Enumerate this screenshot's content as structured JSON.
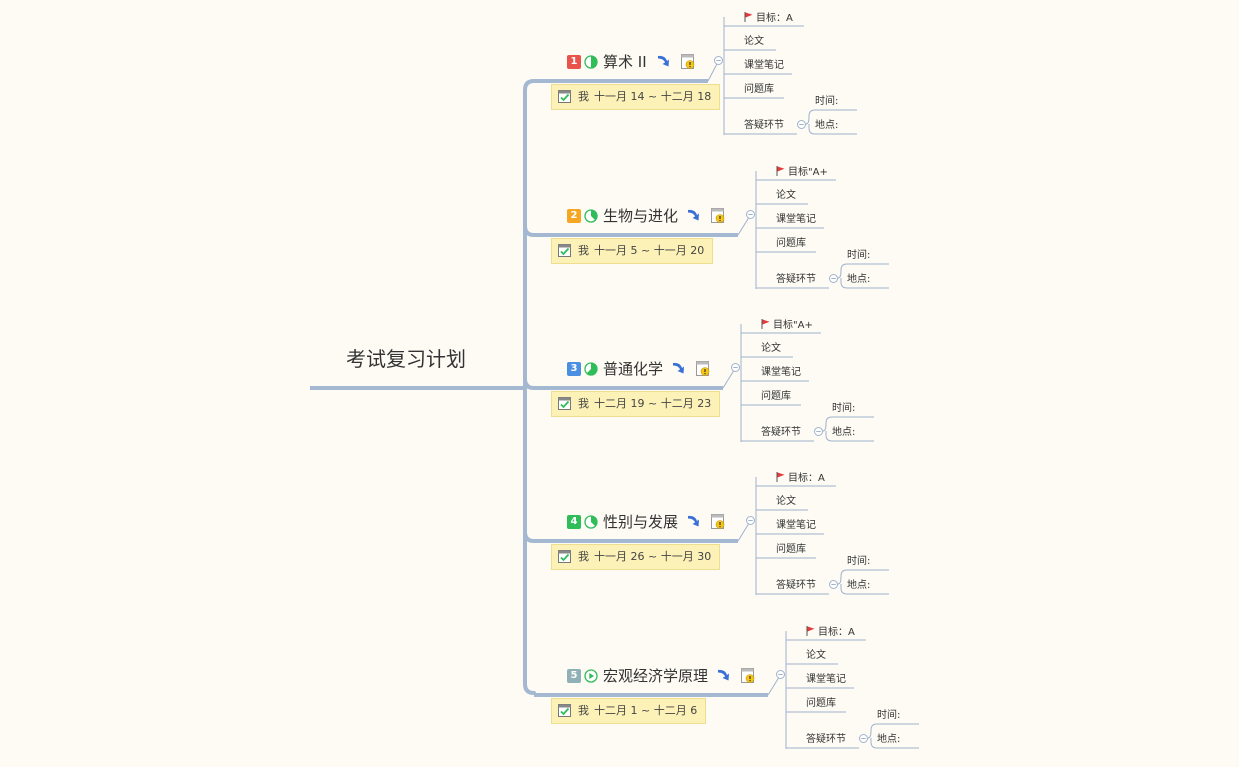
{
  "root": {
    "title": "考试复习计划"
  },
  "branches": [
    {
      "badge": "1",
      "badge_color": "#e8534b",
      "progress": 0.5,
      "progress_icon": "half-circle",
      "title": "算术 II",
      "task": {
        "person": "我",
        "dates": "十一月 14 ~ 十二月 18"
      },
      "subs": {
        "goal": "目标：A",
        "paper": "论文",
        "notes": "课堂笔记",
        "bank": "问题库",
        "qa": "答疑环节",
        "time": "时间:",
        "place": "地点:"
      }
    },
    {
      "badge": "2",
      "badge_color": "#f5a623",
      "progress": 0.375,
      "progress_icon": "pie",
      "title": "生物与进化",
      "task": {
        "person": "我",
        "dates": "十一月 5 ~ 十一月 20"
      },
      "subs": {
        "goal": "目标\"A+",
        "paper": "论文",
        "notes": "课堂笔记",
        "bank": "问题库",
        "qa": "答疑环节",
        "time": "时间:",
        "place": "地点:"
      }
    },
    {
      "badge": "3",
      "badge_color": "#4a90e2",
      "progress": 0.625,
      "progress_icon": "pie",
      "title": "普通化学",
      "task": {
        "person": "我",
        "dates": "十二月 19 ~ 十二月 23"
      },
      "subs": {
        "goal": "目标\"A+",
        "paper": "论文",
        "notes": "课堂笔记",
        "bank": "问题库",
        "qa": "答疑环节",
        "time": "时间:",
        "place": "地点:"
      }
    },
    {
      "badge": "4",
      "badge_color": "#2ebd59",
      "progress": 0.375,
      "progress_icon": "pie",
      "title": "性别与发展",
      "task": {
        "person": "我",
        "dates": "十一月 26 ~ 十一月 30"
      },
      "subs": {
        "goal": "目标：A",
        "paper": "论文",
        "notes": "课堂笔记",
        "bank": "问题库",
        "qa": "答疑环节",
        "time": "时间:",
        "place": "地点:"
      }
    },
    {
      "badge": "5",
      "badge_color": "#8fb1b5",
      "progress": 0,
      "progress_icon": "play",
      "title": "宏观经济学原理",
      "task": {
        "person": "我",
        "dates": "十二月 1 ~ 十二月 6"
      },
      "subs": {
        "goal": "目标：A",
        "paper": "论文",
        "notes": "课堂笔记",
        "bank": "问题库",
        "qa": "答疑环节",
        "time": "时间:",
        "place": "地点:"
      }
    }
  ],
  "colors": {
    "trunk": "#a4b8d1",
    "line": "#9fb2cc",
    "progress": "#2ebd59",
    "flag": "#e33b3b",
    "arrow": "#3a6fd8",
    "task_bg": "#fcf2b8",
    "background": "#fdfbf4"
  },
  "icons": {
    "arrow": "redo-arrow-icon",
    "note": "note-warning-icon",
    "task": "task-checkbox-icon",
    "flag": "red-flag-icon",
    "collapse": "collapse-icon"
  }
}
